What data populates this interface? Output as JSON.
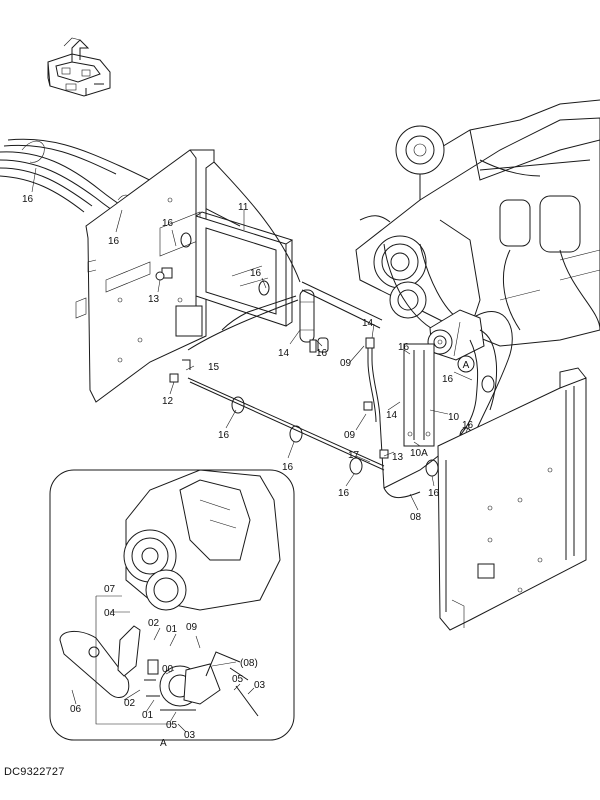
{
  "drawing_code": "DC9322727",
  "detail_label": "A",
  "callout_circle": "A",
  "callouts": [
    {
      "id": "c16a",
      "text": "16"
    },
    {
      "id": "c16b",
      "text": "16"
    },
    {
      "id": "c16c",
      "text": "16"
    },
    {
      "id": "c11",
      "text": "11"
    },
    {
      "id": "c16d",
      "text": "16"
    },
    {
      "id": "c13a",
      "text": "13"
    },
    {
      "id": "c14a",
      "text": "14"
    },
    {
      "id": "c16e",
      "text": "16"
    },
    {
      "id": "c14b",
      "text": "14"
    },
    {
      "id": "c09a",
      "text": "09"
    },
    {
      "id": "c16f",
      "text": "16"
    },
    {
      "id": "c15",
      "text": "15"
    },
    {
      "id": "c12",
      "text": "12"
    },
    {
      "id": "c16g",
      "text": "16"
    },
    {
      "id": "c14c",
      "text": "14"
    },
    {
      "id": "c10",
      "text": "10"
    },
    {
      "id": "c09b",
      "text": "09"
    },
    {
      "id": "c16h",
      "text": "16"
    },
    {
      "id": "c16i",
      "text": "16"
    },
    {
      "id": "c16j",
      "text": "16"
    },
    {
      "id": "c13b",
      "text": "13"
    },
    {
      "id": "c10a",
      "text": "10A"
    },
    {
      "id": "c17",
      "text": "17"
    },
    {
      "id": "c16k",
      "text": "16"
    },
    {
      "id": "c16l",
      "text": "16"
    },
    {
      "id": "c08",
      "text": "08"
    },
    {
      "id": "d07",
      "text": "07"
    },
    {
      "id": "d04",
      "text": "04"
    },
    {
      "id": "d02a",
      "text": "02"
    },
    {
      "id": "d01a",
      "text": "01"
    },
    {
      "id": "d09",
      "text": "09"
    },
    {
      "id": "d00",
      "text": "00"
    },
    {
      "id": "d08",
      "text": "(08)"
    },
    {
      "id": "d05a",
      "text": "05"
    },
    {
      "id": "d03a",
      "text": "03"
    },
    {
      "id": "d06",
      "text": "06"
    },
    {
      "id": "d02b",
      "text": "02"
    },
    {
      "id": "d01b",
      "text": "01"
    },
    {
      "id": "d05b",
      "text": "05"
    },
    {
      "id": "d03b",
      "text": "03"
    }
  ]
}
